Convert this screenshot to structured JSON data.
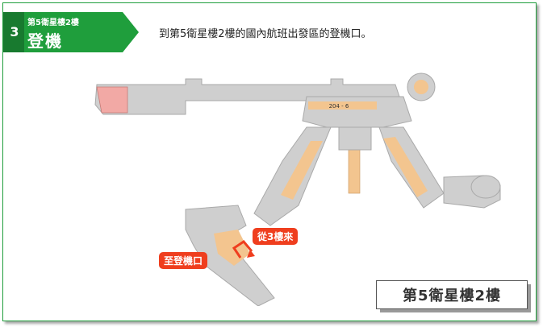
{
  "step": {
    "number": "3",
    "subtitle": "第5衛星樓2樓",
    "title": "登機"
  },
  "instruction": "到第5衛星樓2樓的國內航班出發區的登機口。",
  "map": {
    "gate_sign": "204 - 6",
    "callouts": {
      "from_floor": "從3樓來",
      "to_gate": "至登機口"
    }
  },
  "location_label": "第5衛星樓2樓",
  "colors": {
    "frame_border": "#1f9e3c",
    "banner_green": "#1f9e3c",
    "callout_red": "#ef3e1e",
    "terminal_gray": "#cfcfcf",
    "area_orange": "#f3c58f",
    "area_pink": "#f2a9a5"
  }
}
